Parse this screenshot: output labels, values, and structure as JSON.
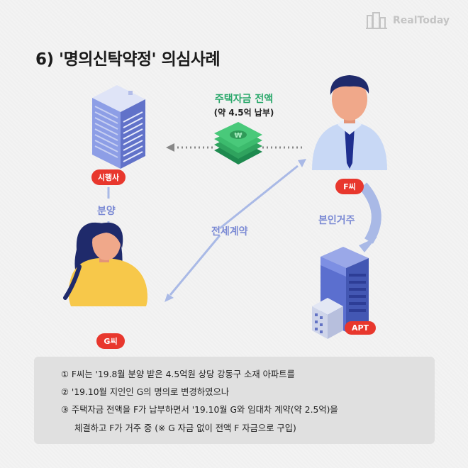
{
  "brand": {
    "name": "RealToday"
  },
  "title": "6) '명의신탁약정' 의심사례",
  "money": {
    "label": "주택자금 전액",
    "sub": "(약 4.5억 납부)",
    "symbol": "₩"
  },
  "labels": {
    "developer": "시행사",
    "f": "F씨",
    "g": "G씨",
    "apt": "APT"
  },
  "flows": {
    "sale": "분양",
    "lease": "전세계약",
    "reside": "본인거주"
  },
  "notes": [
    "① F씨는 '19.8월 분양 받은 4.5억원 상당 강동구 소재 아파트를",
    "② '19.10월 지인인 G의 명의로 변경하였으나",
    "③ 주택자금 전액을 F가 납부하면서 '19.10월 G와 임대차 계약(약 2.5억)을",
    "체결하고 F가 거주 중 (※ G 자금 없이 전액 F 자금으로 구입)"
  ],
  "colors": {
    "accent_red": "#e8372d",
    "flow_blue": "#7a89d4",
    "money_green": "#2aa86b",
    "building_blue": "#5f72c9",
    "suit_blue": "#b8cdf0",
    "hair_navy": "#1f2a6b"
  }
}
